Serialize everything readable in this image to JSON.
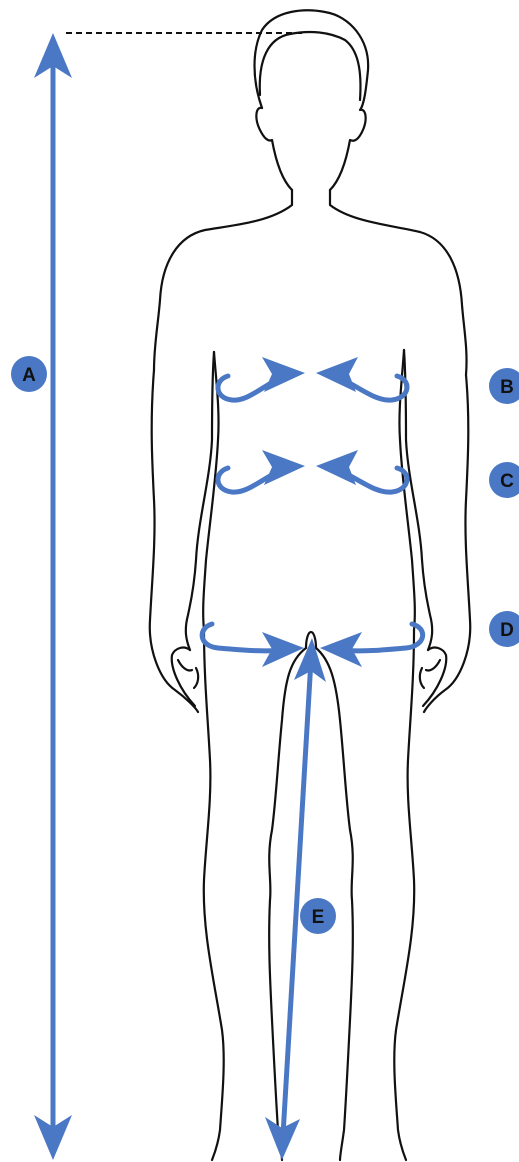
{
  "diagram": {
    "accent_color": "#4a78c4",
    "outline_color": "#111111",
    "measurements": {
      "height": {
        "label": "A",
        "icon": "double-arrow-vertical"
      },
      "chest": {
        "label": "B",
        "icon": "circumference-arrows"
      },
      "waist": {
        "label": "C",
        "icon": "circumference-arrows"
      },
      "hips": {
        "label": "D",
        "icon": "circumference-arrows"
      },
      "inseam": {
        "label": "E",
        "icon": "diagonal-arrow"
      }
    }
  }
}
